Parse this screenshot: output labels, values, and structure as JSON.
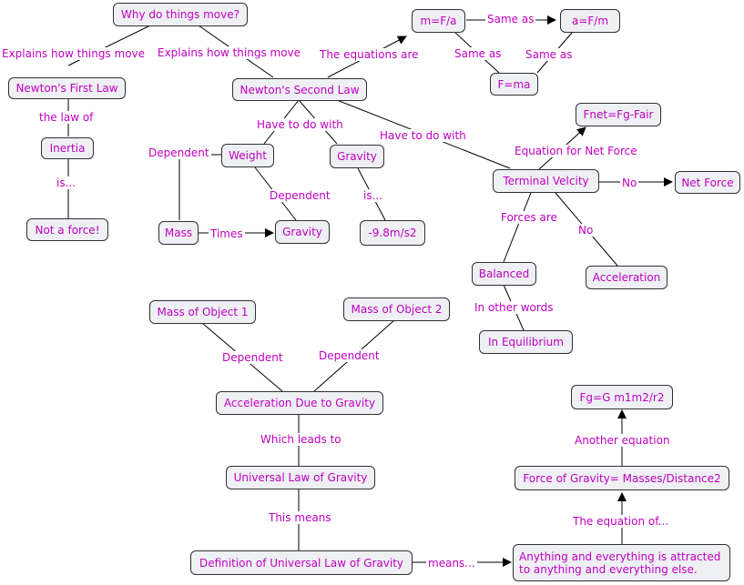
{
  "nodes": {
    "why_move": "Why do things move?",
    "first_law": "Newton's First Law",
    "second_law": "Newton's Second Law",
    "inertia": "Inertia",
    "not_force": "Not a force!",
    "m_f_a": "m=F/a",
    "a_f_m": "a=F/m",
    "f_ma": "F=ma",
    "weight": "Weight",
    "gravity_top": "Gravity",
    "mass": "Mass",
    "gravity_bottom": "Gravity",
    "accel_value": "-9.8m/s2",
    "fnet": "Fnet=Fg-Fair",
    "terminal": "Terminal Velcity",
    "net_force": "Net Force",
    "balanced": "Balanced",
    "acceleration": "Acceleration",
    "equilibrium": "In Equilibrium",
    "mass1": "Mass of Object 1",
    "mass2": "Mass of Object 2",
    "accel_gravity": "Acceleration Due to Gravity",
    "universal_law": "Universal Law of Gravity",
    "definition": "Definition of Universal Law of Gravity",
    "fg_formula": "Fg=G m1m2/r2",
    "force_gravity": "Force of Gravity= Masses/Distance2",
    "anything": "Anything and everything is attracted to anything and everything else."
  },
  "links": {
    "explains_1": "Explains how things move",
    "explains_2": "Explains how things move",
    "law_of": "the law of",
    "is_1": "is...",
    "equations_are": "The equations are",
    "same_as_1": "Same as",
    "same_as_2": "Same as",
    "same_as_3": "Same as",
    "have_to_do_1": "Have to do with",
    "have_to_do_2": "Have to do with",
    "dependent_1": "Dependent",
    "dependent_2": "Dependent",
    "times": "Times",
    "is_2": "is...",
    "equation_net": "Equation for Net Force",
    "no_1": "No",
    "forces_are": "Forces are",
    "no_2": "No",
    "other_words": "In other words",
    "dependent_3": "Dependent",
    "dependent_4": "Dependent",
    "leads_to": "Which leads to",
    "this_means": "This means",
    "means": "means...",
    "equation_of": "The equation of...",
    "another_eq": "Another equation"
  },
  "colors": {
    "text": "#c000c0",
    "node_fill": "#eef0f4",
    "node_border": "#303030",
    "line": "#000000"
  }
}
